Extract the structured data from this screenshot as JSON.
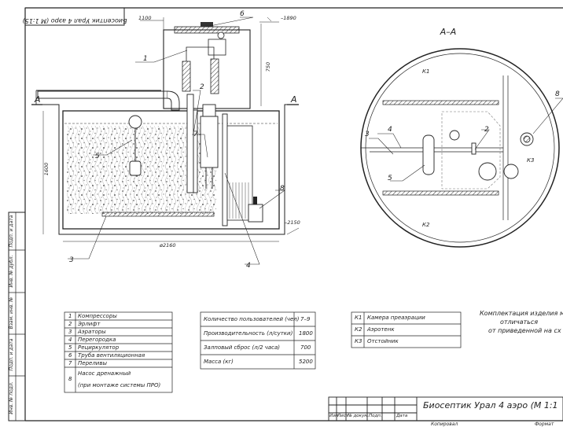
{
  "stamp_mirrored": "Биосептик Урал 4 аэро (М 1:15)",
  "section_title": "А–А",
  "section_marks": {
    "left": "А",
    "right": "А"
  },
  "dimensions": {
    "d1100": "1100",
    "top_level": "–1890",
    "h750": "750",
    "h1600": "1600",
    "bottom_level": "–2150",
    "diameter": "ø2160"
  },
  "callouts": {
    "c1": "1",
    "c2": "2",
    "c3": "3",
    "c4": "4",
    "c5": "5",
    "c6": "6",
    "c7": "7",
    "c8": "8",
    "s2": "2",
    "s3": "3",
    "s4": "4",
    "s5": "5",
    "s8": "8"
  },
  "zones": {
    "k1": "К1",
    "k2": "К2",
    "k3": "К3"
  },
  "parts": [
    {
      "num": "1",
      "name": "Компрессоры"
    },
    {
      "num": "2",
      "name": "Эрлифт"
    },
    {
      "num": "3",
      "name": "Аэраторы"
    },
    {
      "num": "4",
      "name": "Перегородка"
    },
    {
      "num": "5",
      "name": "Рециркулятор"
    },
    {
      "num": "6",
      "name": "Труба вентиляционная"
    },
    {
      "num": "7",
      "name": "Переливы"
    },
    {
      "num": "8",
      "name": "Насос дренажный",
      "name2": "(при монтаже системы ПРО)"
    }
  ],
  "specs": [
    {
      "label": "Количество пользователей (чел)",
      "value": "7–9"
    },
    {
      "label": "Производительность (л/сутки)",
      "value": "1800"
    },
    {
      "label": "Залповый сброс (л/2 часа)",
      "value": "700"
    },
    {
      "label": "Масса (кг)",
      "value": "5200"
    }
  ],
  "chambers": [
    {
      "code": "К1",
      "name": "Камера преаэрации"
    },
    {
      "code": "К2",
      "name": "Аэротенк"
    },
    {
      "code": "К3",
      "name": "Отстойник"
    }
  ],
  "note": {
    "line1": "Комплектация изделия м",
    "line2": "отличаться",
    "line3": "от приведенной на сх"
  },
  "title_block": {
    "title": "Биосептик Урал 4 аэро (М 1:1",
    "headers": [
      "Изм",
      "Лист",
      "№ докум.",
      "Подп.",
      "Дата"
    ],
    "copied": "Копировал",
    "format": "Формат"
  },
  "side_strip": [
    "Подп. и дата",
    "Инв. № дубл.",
    "Взам. инв. №",
    "Подп. и дата",
    "Инв. № подл."
  ]
}
